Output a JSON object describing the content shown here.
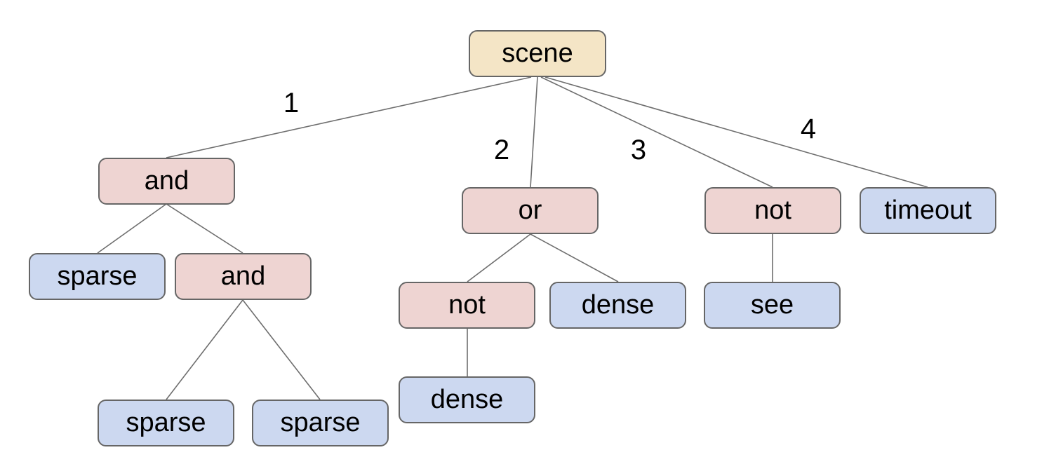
{
  "diagram_type": "tree",
  "colors": {
    "root_fill": "#f4e5c6",
    "operator_fill": "#eed4d2",
    "leaf_fill": "#ccd8f0",
    "node_border": "#666666",
    "edge_line": "#6e6e6e",
    "text": "#000000",
    "background": "#ffffff"
  },
  "nodes": [
    {
      "id": "scene",
      "label": "scene",
      "type": "root"
    },
    {
      "id": "and-1",
      "label": "and",
      "type": "operator"
    },
    {
      "id": "or-1",
      "label": "or",
      "type": "operator"
    },
    {
      "id": "not-1",
      "label": "not",
      "type": "operator"
    },
    {
      "id": "timeout-1",
      "label": "timeout",
      "type": "leaf"
    },
    {
      "id": "sparse-1",
      "label": "sparse",
      "type": "leaf"
    },
    {
      "id": "and-2",
      "label": "and",
      "type": "operator"
    },
    {
      "id": "not-2",
      "label": "not",
      "type": "operator"
    },
    {
      "id": "dense-1",
      "label": "dense",
      "type": "leaf"
    },
    {
      "id": "see-1",
      "label": "see",
      "type": "leaf"
    },
    {
      "id": "sparse-2",
      "label": "sparse",
      "type": "leaf"
    },
    {
      "id": "sparse-3",
      "label": "sparse",
      "type": "leaf"
    },
    {
      "id": "dense-2",
      "label": "dense",
      "type": "leaf"
    }
  ],
  "edges": [
    {
      "from": "scene",
      "to": "and-1",
      "label": "1"
    },
    {
      "from": "scene",
      "to": "or-1",
      "label": "2"
    },
    {
      "from": "scene",
      "to": "not-1",
      "label": "3"
    },
    {
      "from": "scene",
      "to": "timeout-1",
      "label": "4"
    },
    {
      "from": "and-1",
      "to": "sparse-1"
    },
    {
      "from": "and-1",
      "to": "and-2"
    },
    {
      "from": "and-2",
      "to": "sparse-2"
    },
    {
      "from": "and-2",
      "to": "sparse-3"
    },
    {
      "from": "or-1",
      "to": "not-2"
    },
    {
      "from": "or-1",
      "to": "dense-1"
    },
    {
      "from": "not-2",
      "to": "dense-2"
    },
    {
      "from": "not-1",
      "to": "see-1"
    }
  ]
}
